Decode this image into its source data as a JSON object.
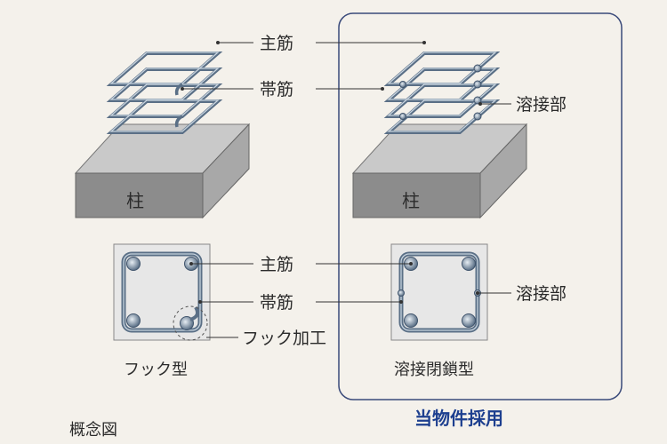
{
  "labels": {
    "main_rebar": "主筋",
    "hoop": "帯筋",
    "weld": "溶接部",
    "hook_process": "フック加工",
    "pillar": "柱"
  },
  "captions": {
    "hook_type": "フック型",
    "welded_closed_type": "溶接閉鎖型",
    "concept": "概念図",
    "adopted": "当物件採用"
  },
  "colors": {
    "background": "#f4f1eb",
    "rebar": "#5a6f86",
    "rebar_light": "#b9c7d4",
    "concrete_top": "#c9c9c9",
    "concrete_front": "#8c8c8c",
    "concrete_side": "#a8a8a8",
    "frame": "#3a4a7a",
    "adopted_text": "#1d3f8f"
  }
}
